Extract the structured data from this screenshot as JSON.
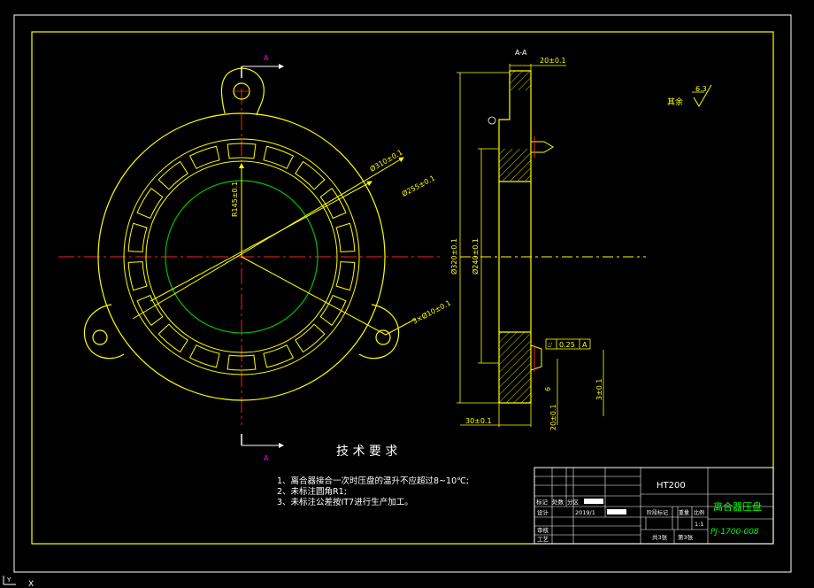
{
  "colors": {
    "background": "#000000",
    "frame": "#ffff00",
    "outline": "#ffff00",
    "pitch_circle": "#00c000",
    "centerline": "#ff2020",
    "dimension": "#ffff00",
    "title_block_green": "#00ff00",
    "white": "#ffffff",
    "section_marker": "#ff00ff"
  },
  "section": {
    "marker_top": "A",
    "marker_bottom": "A",
    "title": "A-A"
  },
  "front_view_dims": {
    "r145": "R145±0.1",
    "d310": "Ø310±0.1",
    "d255": "Ø255±0.1",
    "holes": "3×Ø10±0.1"
  },
  "section_view_dims": {
    "top_width": "20±0.1",
    "outer_dia": "Ø320±0.1",
    "inner_dia": "Ø240±0.1",
    "bottom_width": "30±0.1",
    "step": "20±0.1",
    "height": "3±0.1",
    "small": "6"
  },
  "geometric_tolerance": {
    "symbol": "⌰",
    "value": "0.25",
    "datum": "A"
  },
  "roughness": {
    "label": "其余",
    "value": "6.3"
  },
  "tech_requirements": {
    "heading": "技 术 要 求",
    "items": [
      "1、离合器接合一次时压盘的温升不应超过8~10℃;",
      "2、未标注圆角R1;",
      "3、未标注公差按IT7进行生产加工。"
    ]
  },
  "title_block": {
    "material": "HT200",
    "part_name": "离合器压盘",
    "drawing_no": "PJ-1700-008",
    "row_labels": [
      "标记",
      "处数",
      "分区",
      "设计",
      "审核",
      "工艺"
    ],
    "design_date": "2019/1",
    "stage_header": "阶段标记",
    "weight_header": "重量",
    "scale_header": "比例",
    "scale": "1:1",
    "total_sheets": "共3张",
    "sheet_no": "第3张"
  },
  "ucs": {
    "y_label": "Y",
    "x_label": "X"
  }
}
